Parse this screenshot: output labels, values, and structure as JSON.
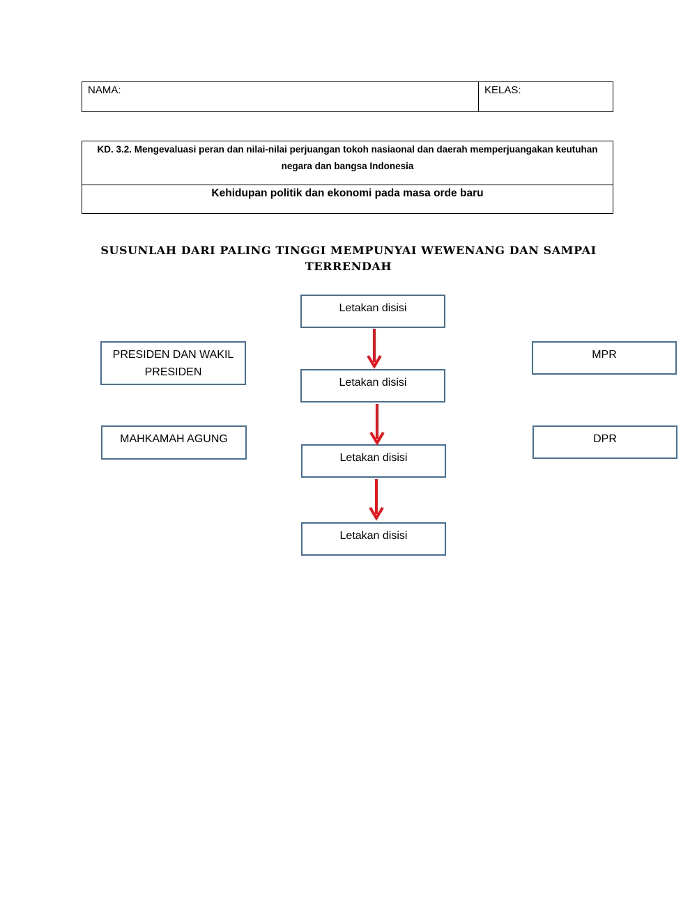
{
  "header": {
    "nama_label": "NAMA:",
    "kelas_label": "KELAS:"
  },
  "kd": {
    "text": "KD. 3.2. Mengevaluasi peran dan nilai-nilai perjuangan tokoh nasiaonal dan daerah memperjuangakan keutuhan negara dan bangsa Indonesia",
    "topic": "Kehidupan politik dan ekonomi pada masa orde baru"
  },
  "instruction": "SUSUNLAH DARI PALING TINGGI MEMPUNYAI WEWENANG DAN SAMPAI TERRENDAH",
  "drop_slots": [
    {
      "label": "Letakan disisi"
    },
    {
      "label": "Letakan disisi"
    },
    {
      "label": "Letakan disisi"
    },
    {
      "label": "Letakan disisi"
    }
  ],
  "cards": {
    "presiden": "PRESIDEN DAN WAKIL PRESIDEN",
    "mahkamah": "MAHKAMAH AGUNG",
    "mpr": "MPR",
    "dpr": "DPR"
  },
  "colors": {
    "box_border": "#41719c",
    "arrow": "#e8141b"
  }
}
